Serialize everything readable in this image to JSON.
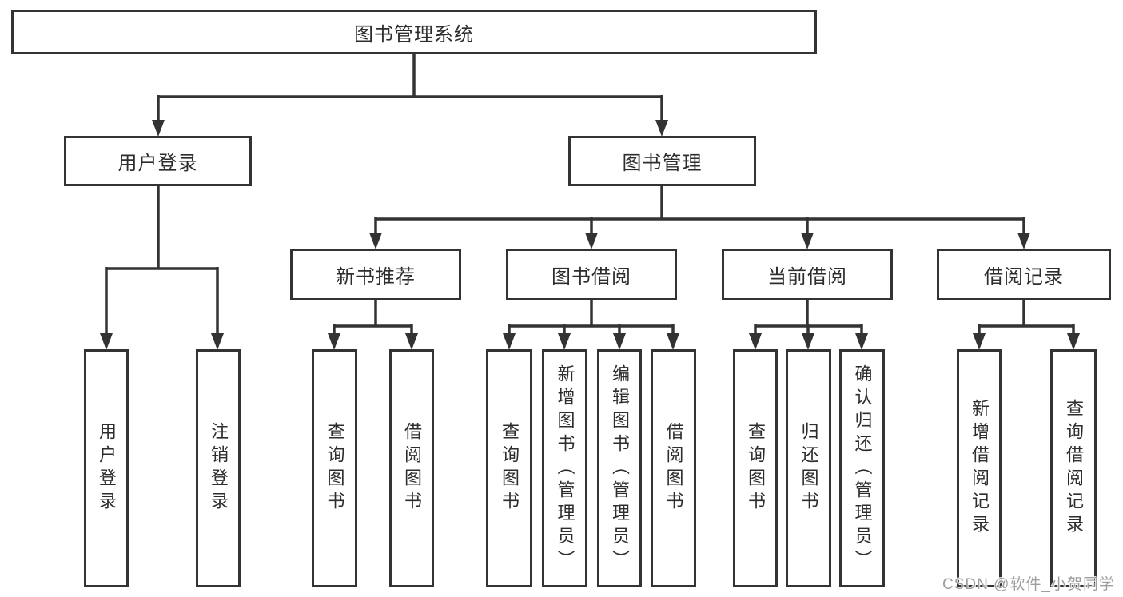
{
  "diagram_title": "图书管理系统",
  "tree": {
    "root": {
      "label": "图书管理系统"
    },
    "branches": [
      {
        "label": "用户登录",
        "children": [
          {
            "label": "用户登录"
          },
          {
            "label": "注销登录"
          }
        ]
      },
      {
        "label": "图书管理",
        "groups": [
          {
            "label": "新书推荐",
            "children": [
              {
                "label": "查询图书"
              },
              {
                "label": "借阅图书"
              }
            ]
          },
          {
            "label": "图书借阅",
            "children": [
              {
                "label": "查询图书"
              },
              {
                "label": "新增图书（管理员）"
              },
              {
                "label": "编辑图书（管理员）"
              },
              {
                "label": "借阅图书"
              }
            ]
          },
          {
            "label": "当前借阅",
            "children": [
              {
                "label": "查询图书"
              },
              {
                "label": "归还图书"
              },
              {
                "label": "确认归还（管理员）"
              }
            ]
          },
          {
            "label": "借阅记录",
            "children": [
              {
                "label": "新增借阅记录"
              },
              {
                "label": "查询借阅记录"
              }
            ]
          }
        ]
      }
    ]
  },
  "watermark": {
    "text": "CSDN @软件_小贺同学"
  },
  "colors": {
    "background": "#ffffff",
    "line": "#333333",
    "box_border": "#333333",
    "text": "#2d2d2d",
    "watermark": "#9e9e9e"
  }
}
